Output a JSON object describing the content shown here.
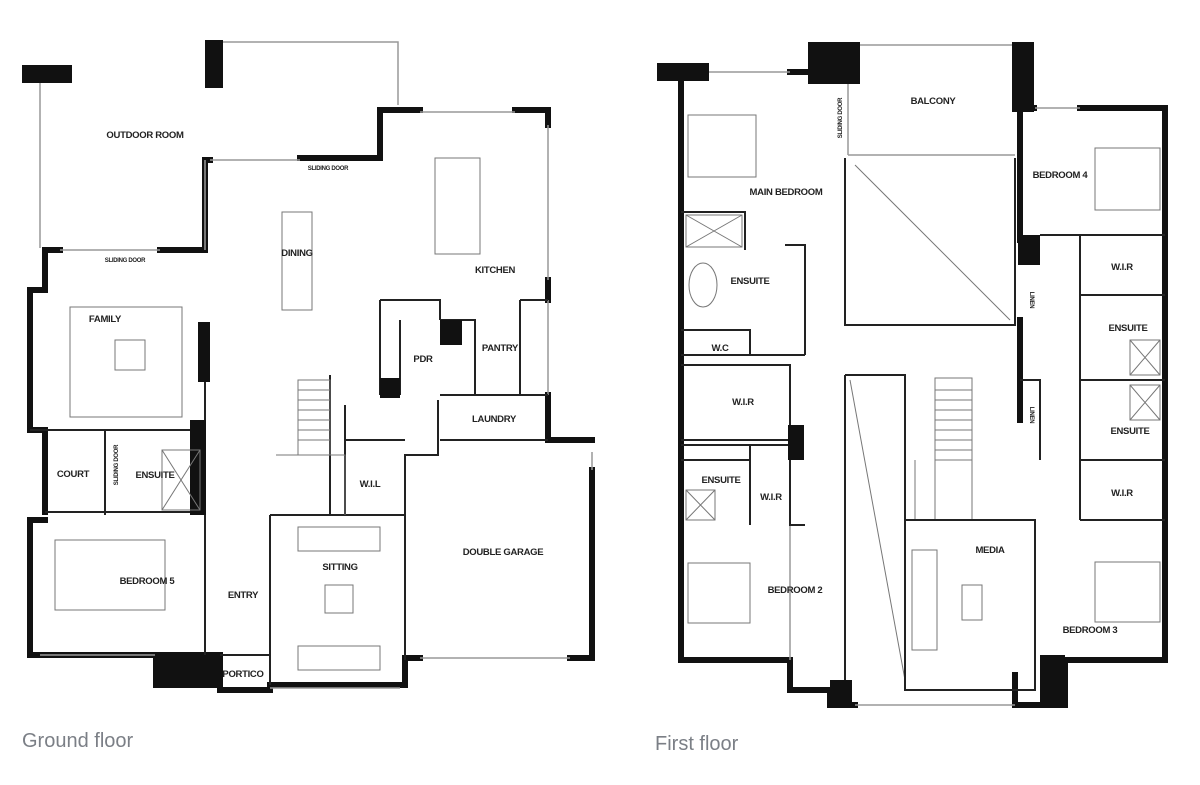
{
  "ground_floor": {
    "caption": "Ground floor",
    "rooms": {
      "outdoor_room": "OUTDOOR ROOM",
      "sliding_door_1": "SLIDING DOOR",
      "sliding_door_2": "SLIDING DOOR",
      "sliding_door_3": "SLIDING DOOR",
      "dining": "DINING",
      "kitchen": "KITCHEN",
      "family": "FAMILY",
      "pdr": "PDR",
      "pantry": "PANTRY",
      "laundry": "LAUNDRY",
      "court": "COURT",
      "ensuite": "ENSUITE",
      "wil": "W.I.L",
      "bedroom5": "BEDROOM 5",
      "entry": "ENTRY",
      "sitting": "SITTING",
      "double_garage": "DOUBLE GARAGE",
      "portico": "PORTICO"
    }
  },
  "first_floor": {
    "caption": "First floor",
    "rooms": {
      "balcony": "BALCONY",
      "sliding_door": "SLIDING DOOR",
      "main_bedroom": "MAIN BEDROOM",
      "bedroom4": "BEDROOM 4",
      "ensuite_main": "ENSUITE",
      "wc": "W.C",
      "wir_main": "W.I.R",
      "ensuite2": "ENSUITE",
      "wir2": "W.I.R",
      "bedroom2": "BEDROOM 2",
      "media": "MEDIA",
      "bedroom3": "BEDROOM 3",
      "wir4": "W.I.R",
      "ensuite4": "ENSUITE",
      "ensuite3": "ENSUITE",
      "wir3": "W.I.R",
      "linen1": "LINEN",
      "linen2": "LINEN"
    }
  }
}
